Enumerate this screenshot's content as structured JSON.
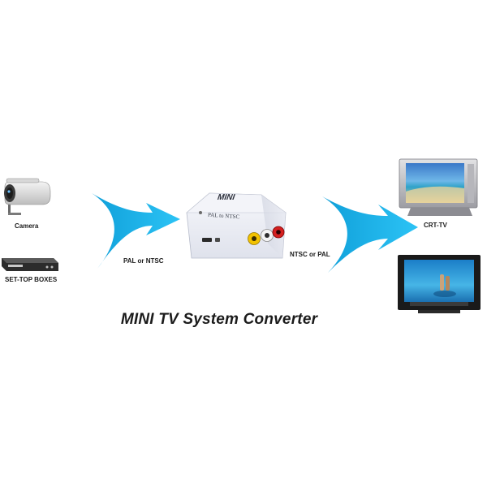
{
  "diagram": {
    "title": "MINI TV System Converter",
    "sources": [
      {
        "label": "Camera"
      },
      {
        "label": "SET-TOP BOXES"
      }
    ],
    "arrow_left_label": "PAL or NTSC",
    "arrow_right_label": "NTSC or PAL",
    "device": {
      "brand": "MINI",
      "mode": "PAL to NTSC"
    },
    "outputs": [
      {
        "label": "CRT-TV"
      },
      {
        "label": ""
      }
    ],
    "colors": {
      "arrow": "#18b6ec",
      "device_body": "#eef0f7",
      "rca_yellow": "#f2c200",
      "rca_white": "#f4f4f4",
      "rca_red": "#d42020"
    }
  }
}
